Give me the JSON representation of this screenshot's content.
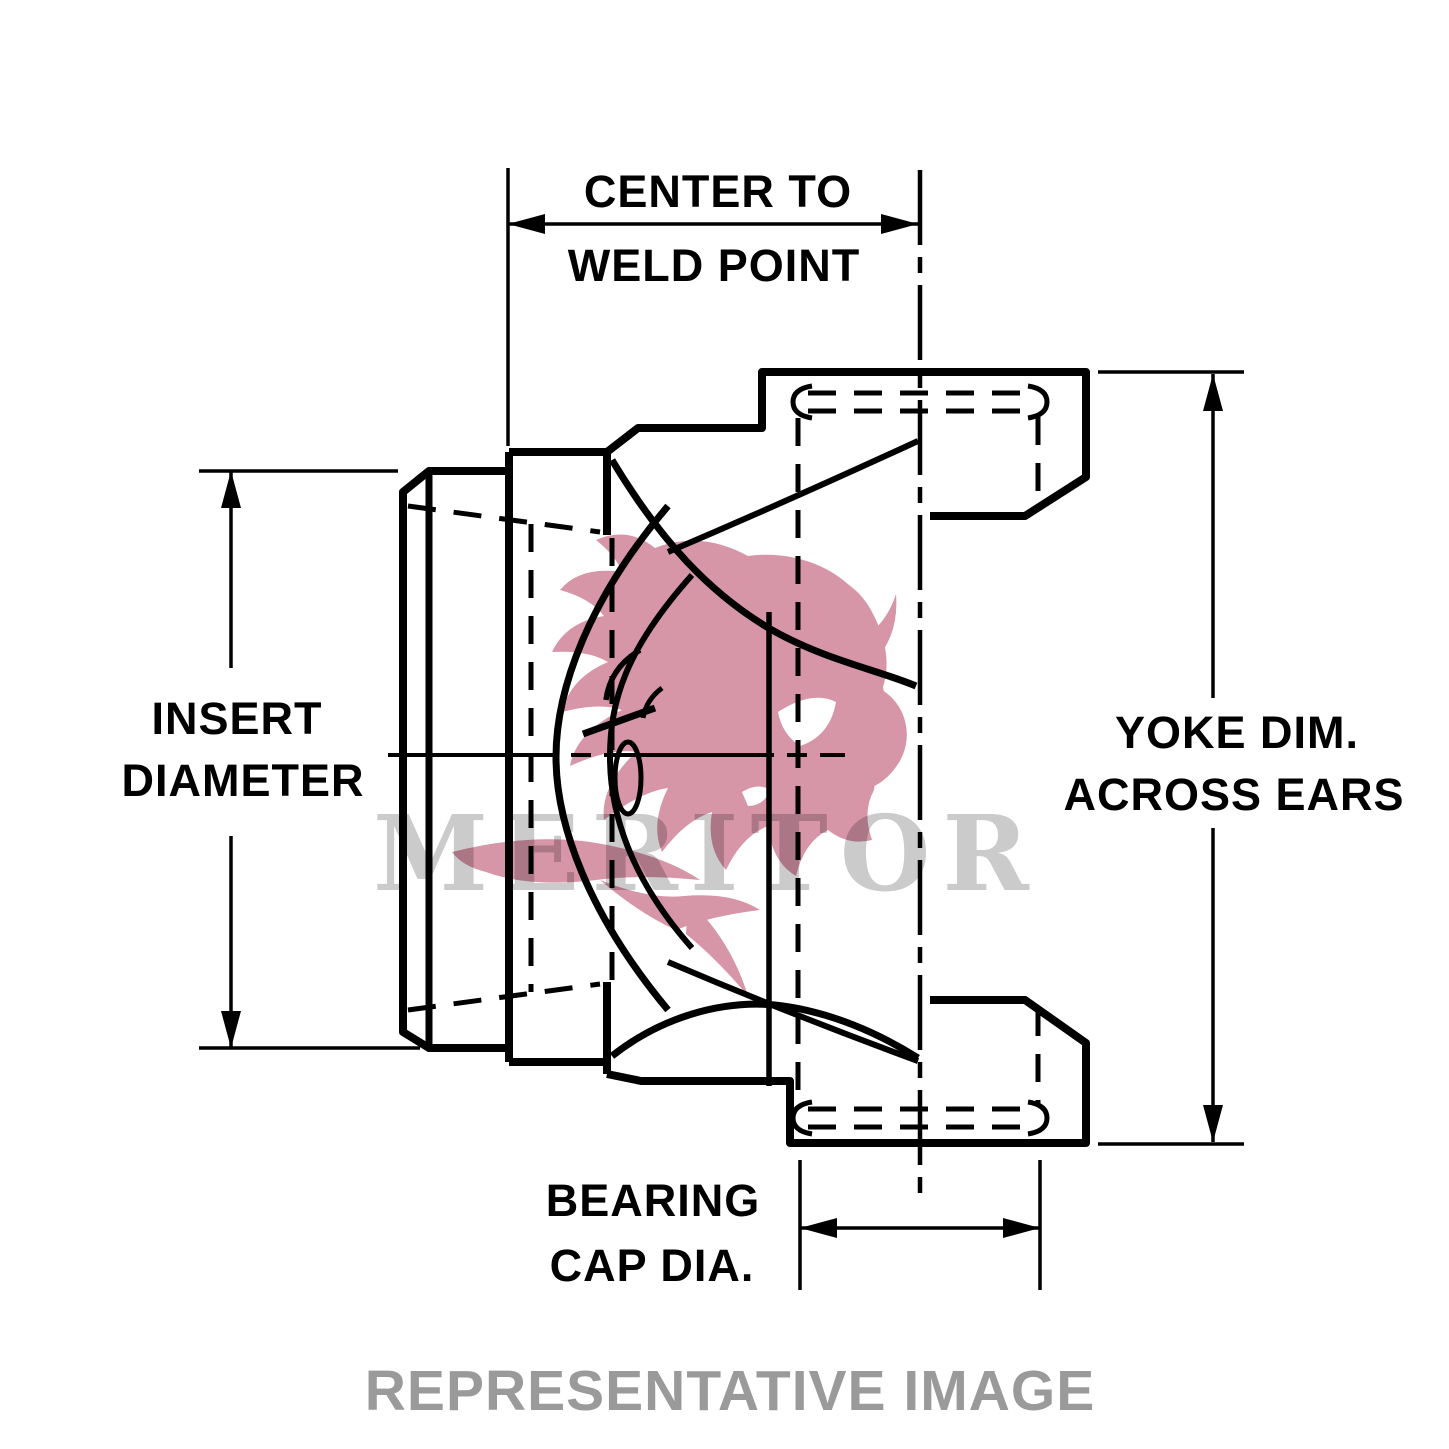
{
  "diagram": {
    "type": "technical-drawing",
    "subject": "drive-shaft end yoke, side view",
    "dimensions": {
      "center_to_weld": {
        "line1": "CENTER TO",
        "line2": "WELD POINT"
      },
      "insert_diameter": {
        "line1": "INSERT",
        "line2": "DIAMETER"
      },
      "yoke_dim": {
        "line1": "YOKE DIM.",
        "line2": "ACROSS EARS"
      },
      "bearing_cap": {
        "line1": "BEARING",
        "line2": "CAP DIA."
      }
    },
    "watermark": {
      "brand": "MERITOR",
      "logo": "meritor-griffin-logo",
      "brand_color": "#cbcbcb",
      "logo_color": "#d795a8"
    },
    "footer": {
      "label": "REPRESENTATIVE IMAGE",
      "color": "#9a9a9a"
    },
    "colors": {
      "line": "#000000",
      "background": "#ffffff"
    }
  }
}
